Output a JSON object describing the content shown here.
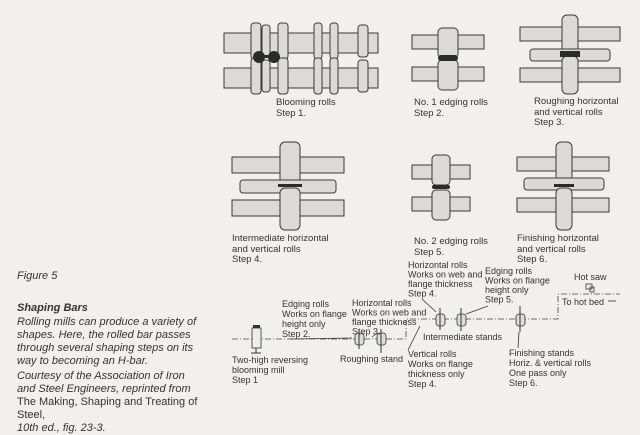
{
  "captions": {
    "blooming": [
      "Blooming rolls",
      "Step 1."
    ],
    "edging1": [
      "No. 1 edging rolls",
      "Step 2."
    ],
    "roughing": [
      "Roughing horizontal",
      "and vertical rolls",
      "Step 3."
    ],
    "intermediate": [
      "Intermediate horizontal",
      "and vertical rolls",
      "Step 4."
    ],
    "edging2": [
      "No. 2 edging rolls",
      "Step 5."
    ],
    "finishing": [
      "Finishing horizontal",
      "and vertical rolls",
      "Step 6."
    ]
  },
  "sidebar": {
    "figure_label": "Figure 5",
    "title": "Shaping Bars",
    "description": "Rolling mills can produce a variety of shapes.  Here, the rolled bar passes through several shaping steps on its way to becoming an H-bar.",
    "credit_prefix": "Courtesy of the Association of Iron and Steel Engineers, reprinted from ",
    "credit_book": "The Making, Shaping and Treating of Steel,",
    "credit_suffix": "10th ed., fig. 23-3."
  },
  "flow": {
    "blooming_mill": [
      "Two-high reversing",
      "blooming mill",
      "Step 1"
    ],
    "edging_step2": [
      "Edging rolls",
      "Works on flange",
      "height only",
      "Step 2."
    ],
    "horizontal_step3": [
      "Horizontal rolls",
      "Works on web and",
      "flange thickness",
      "Step 3."
    ],
    "roughing_stand": "Roughing stand",
    "horizontal_step4": [
      "Horizontal rolls",
      "Works on web and",
      "flange thickness",
      "Step 4."
    ],
    "edging_step5": [
      "Edging rolls",
      "Works on flange",
      "height only",
      "Step 5."
    ],
    "intermediate_stands": "Intermediate stands",
    "vertical_step4": [
      "Vertical rolls",
      "Works on flange",
      "thickness only",
      "Step 4."
    ],
    "finishing_stands": [
      "Finishing stands",
      "Horiz. & vertical rolls",
      "One pass only",
      "Step 6."
    ],
    "hot_saw": "Hot saw",
    "to_hot_bed": "To hot bed"
  }
}
